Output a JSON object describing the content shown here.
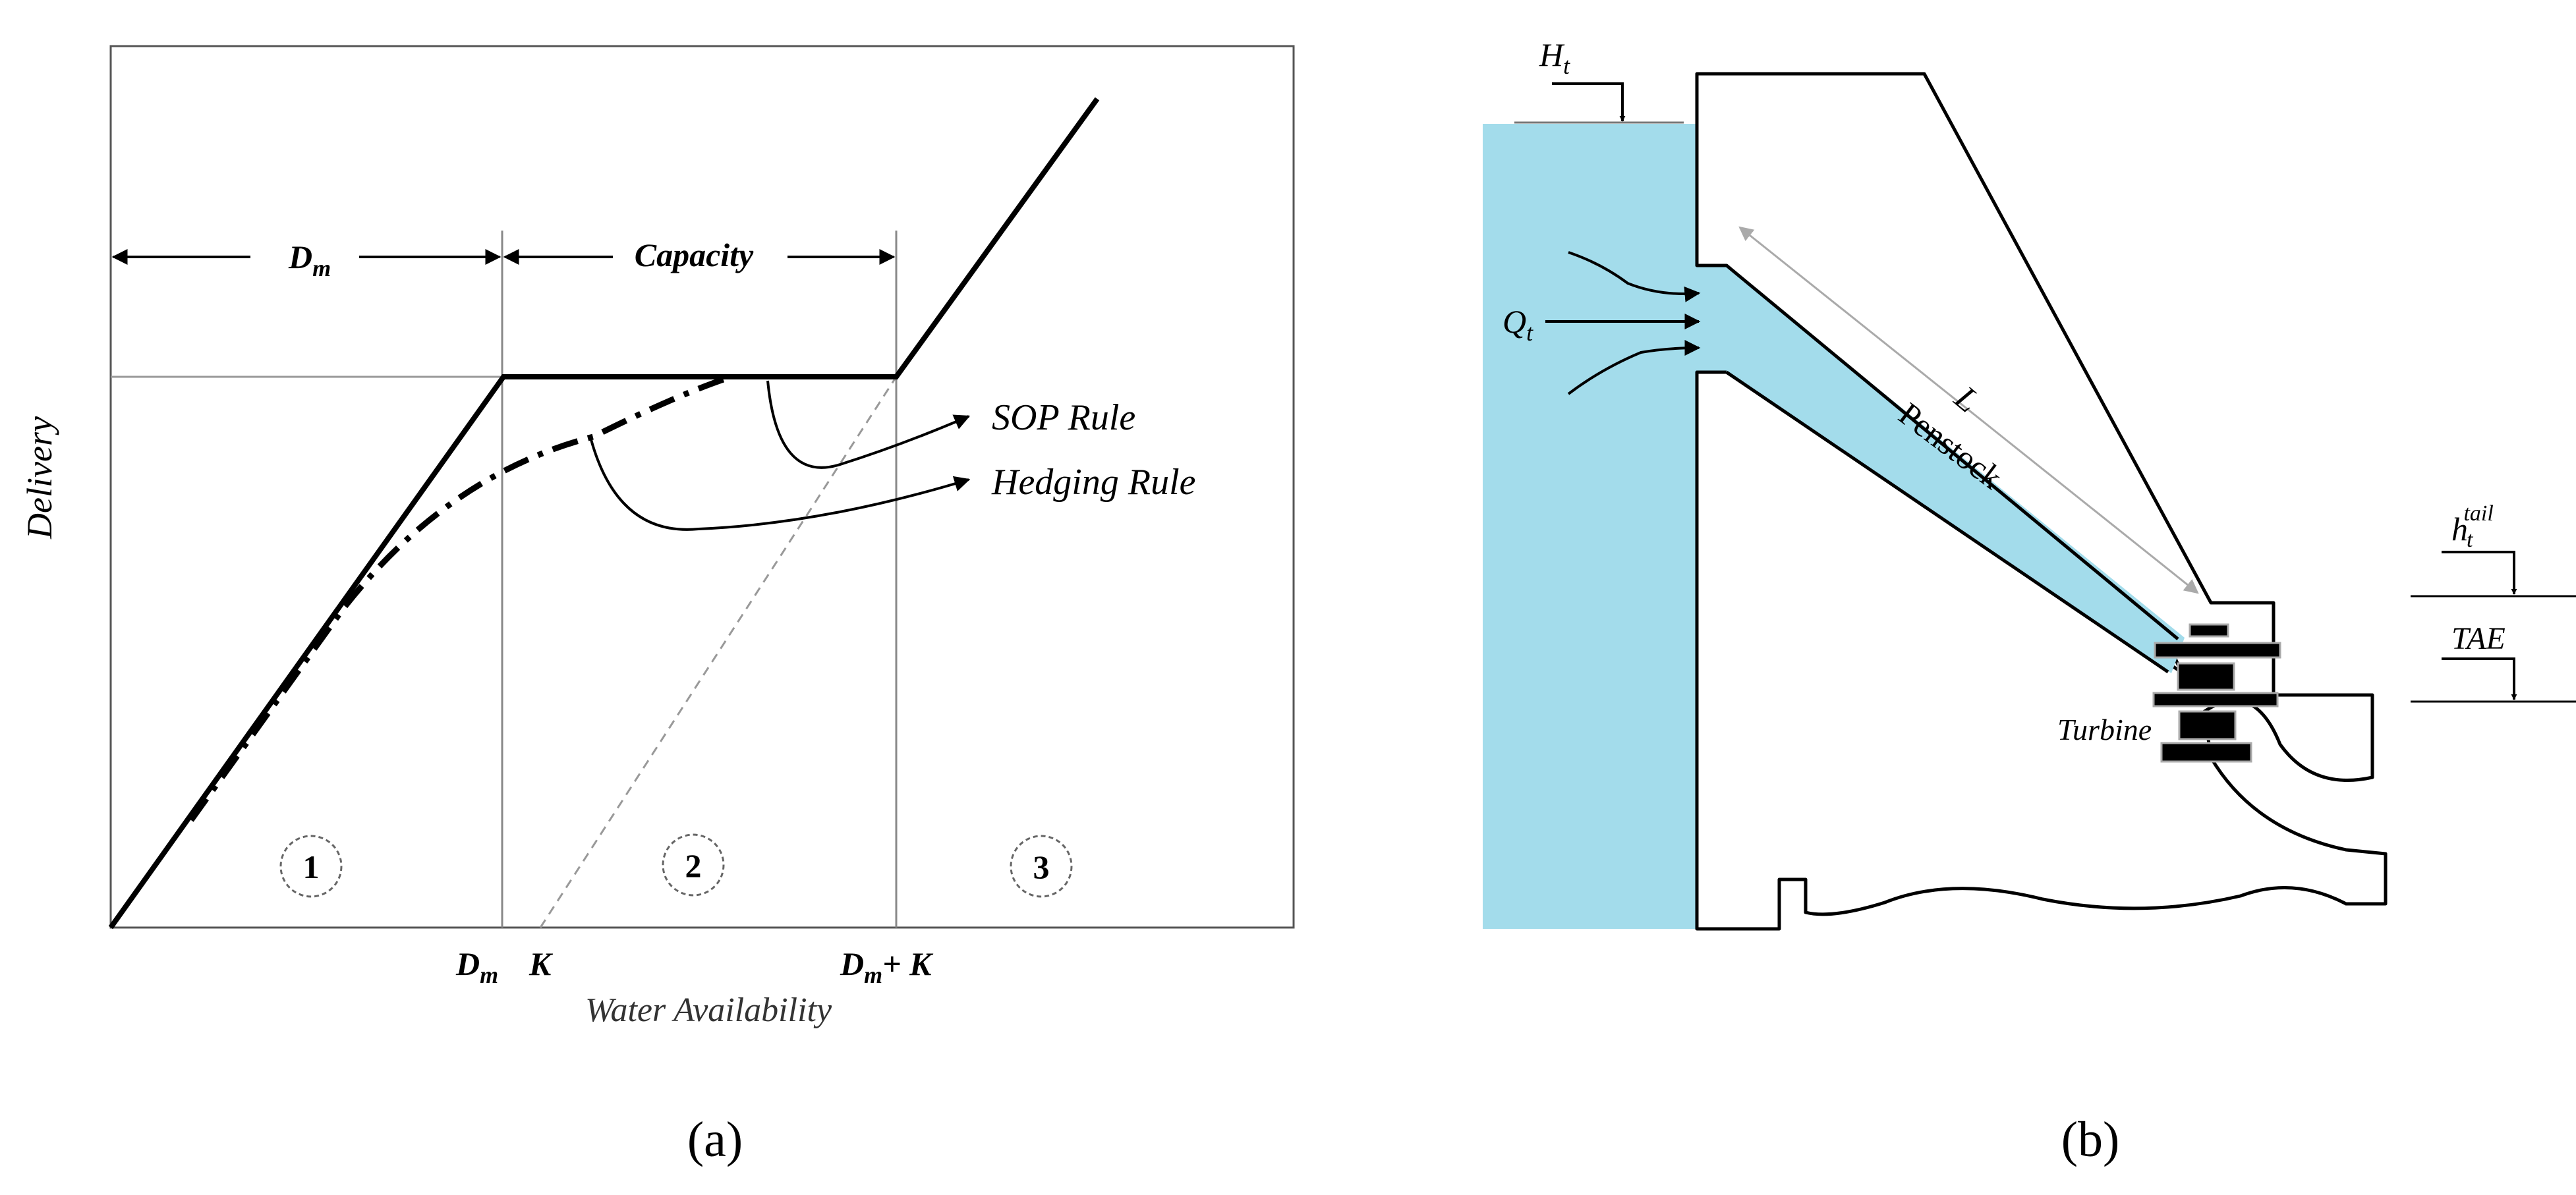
{
  "panel_a": {
    "caption": "(a)",
    "y_axis_label": "Delivery",
    "x_axis_label": "Water Availability",
    "x_ticks": {
      "dm": "D",
      "dm_sub": "m",
      "k": "K",
      "dmk": "D",
      "dmk_sub": "m",
      "dmk_suffix": "+ K"
    },
    "dim_dm": "D",
    "dim_dm_sub": "m",
    "dim_capacity": "Capacity",
    "sop_rule": "SOP Rule",
    "hedging_rule": "Hedging Rule",
    "zones": [
      "1",
      "2",
      "3"
    ]
  },
  "panel_b": {
    "caption": "(b)",
    "ht_main": "H",
    "ht_sub": "t",
    "qt_main": "Q",
    "qt_sub": "t",
    "length_label": "L",
    "penstock": "Penstock",
    "turbine": "Turbine",
    "htail_main": "h",
    "htail_sub": "t",
    "htail_sup": "tail",
    "tae": "TAE",
    "water_color": "#a3dceb"
  }
}
